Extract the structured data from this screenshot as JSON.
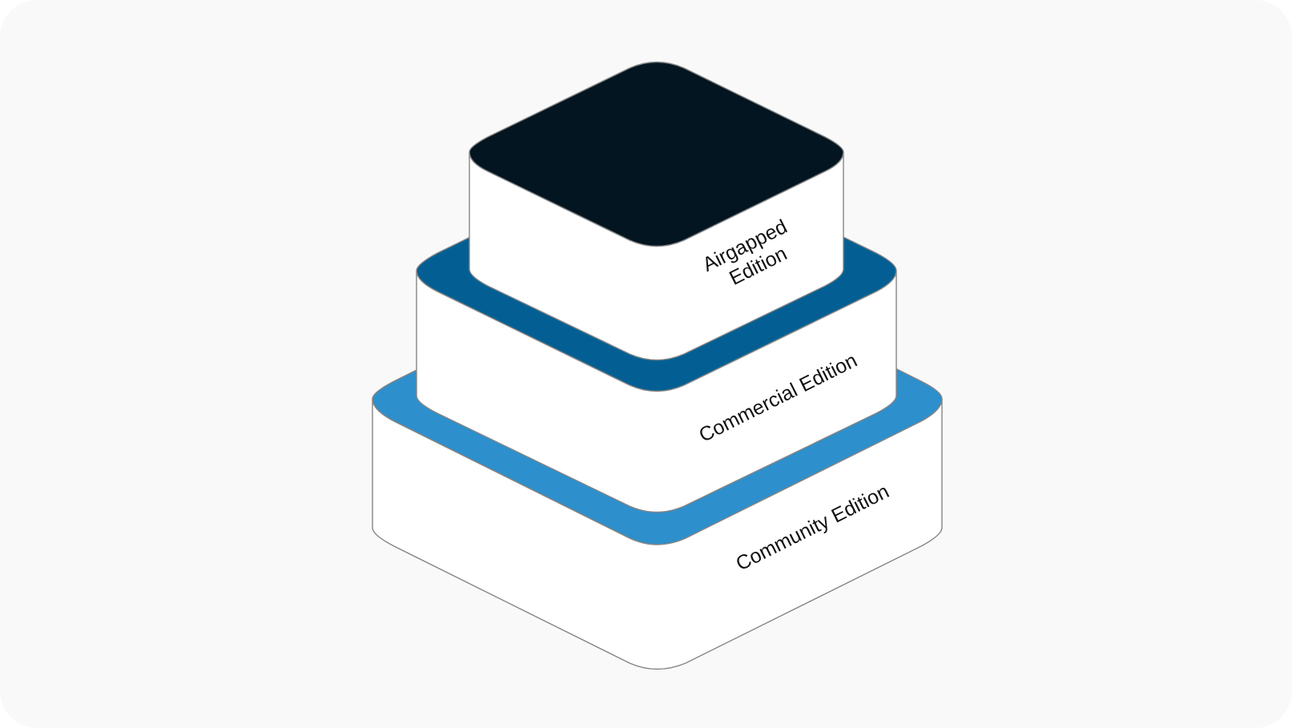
{
  "diagram": {
    "layers": [
      {
        "id": "community",
        "label_lines": [
          "Community Edition"
        ],
        "top_color": "#2d8fcc"
      },
      {
        "id": "commercial",
        "label_lines": [
          "Commercial Edition"
        ],
        "top_color": "#035f93"
      },
      {
        "id": "airgapped",
        "label_lines": [
          "Airgapped",
          "Edition"
        ],
        "top_color": "#021520"
      }
    ],
    "colors": {
      "background": "#f9f9f9",
      "side_fill": "#ffffff",
      "outline": "#858585",
      "label": "#111111"
    }
  }
}
